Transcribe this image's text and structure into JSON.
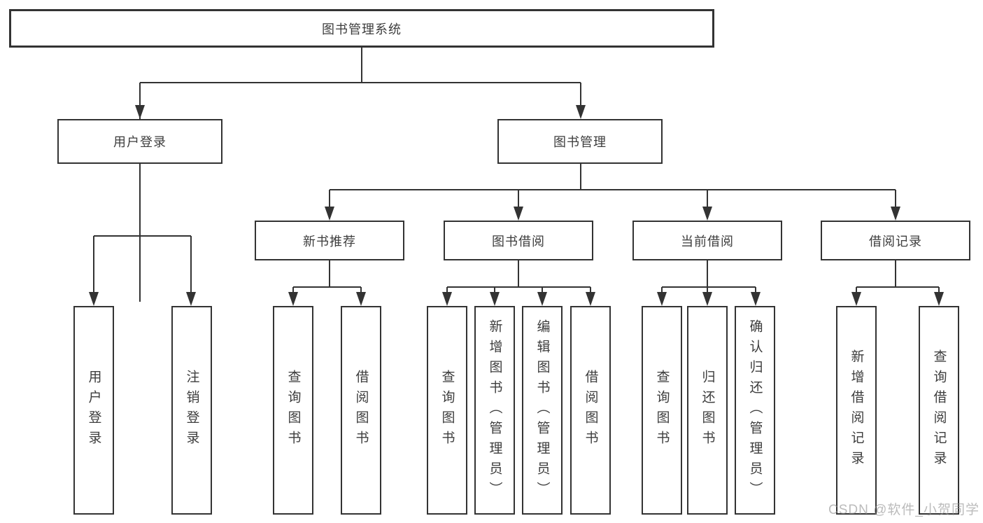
{
  "nodes": {
    "root": {
      "label": "图书管理系统"
    },
    "user_login": {
      "label": "用户登录"
    },
    "book_mgmt": {
      "label": "图书管理"
    },
    "new_book_rec": {
      "label": "新书推荐"
    },
    "book_borrow": {
      "label": "图书借阅"
    },
    "current_borrow": {
      "label": "当前借阅"
    },
    "borrow_record": {
      "label": "借阅记录"
    },
    "leaf_user_login": {
      "label": "用户登录"
    },
    "leaf_logout": {
      "label": "注销登录"
    },
    "leaf_rec_query": {
      "label": "查询图书"
    },
    "leaf_rec_borrow": {
      "label": "借阅图书"
    },
    "leaf_bor_query": {
      "label": "查询图书"
    },
    "leaf_bor_add": {
      "label": "新增图书（管理员）"
    },
    "leaf_bor_edit": {
      "label": "编辑图书（管理员）"
    },
    "leaf_bor_borrow": {
      "label": "借阅图书"
    },
    "leaf_cur_query": {
      "label": "查询图书"
    },
    "leaf_cur_return": {
      "label": "归还图书"
    },
    "leaf_cur_confirm": {
      "label": "确认归还（管理员）"
    },
    "leaf_rcd_add": {
      "label": "新增借阅记录"
    },
    "leaf_rcd_query": {
      "label": "查询借阅记录"
    }
  },
  "edges": [
    [
      "root",
      "user_login"
    ],
    [
      "root",
      "book_mgmt"
    ],
    [
      "user_login",
      "leaf_user_login"
    ],
    [
      "user_login",
      "leaf_logout"
    ],
    [
      "book_mgmt",
      "new_book_rec"
    ],
    [
      "book_mgmt",
      "book_borrow"
    ],
    [
      "book_mgmt",
      "current_borrow"
    ],
    [
      "book_mgmt",
      "borrow_record"
    ],
    [
      "new_book_rec",
      "leaf_rec_query"
    ],
    [
      "new_book_rec",
      "leaf_rec_borrow"
    ],
    [
      "book_borrow",
      "leaf_bor_query"
    ],
    [
      "book_borrow",
      "leaf_bor_add"
    ],
    [
      "book_borrow",
      "leaf_bor_edit"
    ],
    [
      "book_borrow",
      "leaf_bor_borrow"
    ],
    [
      "current_borrow",
      "leaf_cur_query"
    ],
    [
      "current_borrow",
      "leaf_cur_return"
    ],
    [
      "current_borrow",
      "leaf_cur_confirm"
    ],
    [
      "borrow_record",
      "leaf_rcd_add"
    ],
    [
      "borrow_record",
      "leaf_rcd_query"
    ]
  ],
  "watermark": "CSDN @软件_小贺同学",
  "colors": {
    "line": "#333333",
    "text": "#3d3d3d",
    "box_background": "#ffffff",
    "page_background": "#ffffff",
    "watermark": "#9a9a9a"
  }
}
